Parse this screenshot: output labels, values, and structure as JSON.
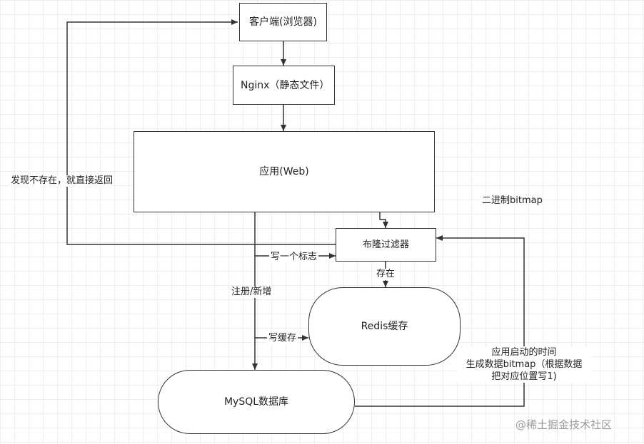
{
  "nodes": {
    "client": "客户端(浏览器)",
    "nginx": "Nginx（静态文件）",
    "app": "应用(Web)",
    "bloom": "布隆过滤器",
    "redis": "Redis缓存",
    "mysql": "MySQL数据库"
  },
  "edges": {
    "not_exist_return": "发现不存在，就直接返回",
    "binary_bitmap": "二进制bitmap",
    "write_flag": "写一个标志",
    "exist": "存在",
    "register_add": "注册/新增",
    "write_cache": "写缓存",
    "startup_note": [
      "应用启动的时间",
      "生成数据bitmap（根据数据",
      "把对应位置写1)"
    ]
  },
  "watermark": "@稀土掘金技术社区"
}
